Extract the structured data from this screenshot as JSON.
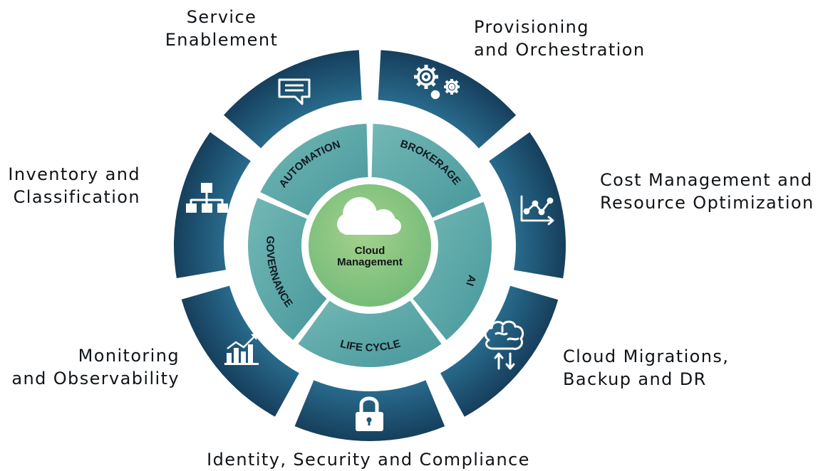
{
  "colors": {
    "outer_ring_light": "#2a6e90",
    "outer_ring_dark": "#163f5c",
    "inner_ring_a": "#73b8b6",
    "inner_ring_b": "#47979b",
    "center_light": "#a3d18b",
    "center_dark": "#6fb878",
    "text": "#101418"
  },
  "center": {
    "line1": "Cloud",
    "line2": "Management",
    "icon": "cloud-icon"
  },
  "inner_ring": [
    {
      "id": "automation",
      "label": "AUTOMATION"
    },
    {
      "id": "brokerage",
      "label": "BROKERAGE"
    },
    {
      "id": "ai",
      "label": "AI"
    },
    {
      "id": "life-cycle",
      "label": "LIFE CYCLE"
    },
    {
      "id": "governance",
      "label": "GOVERNANCE"
    }
  ],
  "outer_labels": {
    "service_enablement": {
      "line1": "Service",
      "line2": "Enablement",
      "icon": "chat-document-icon"
    },
    "provisioning": {
      "line1": "Provisioning",
      "line2": "and Orchestration",
      "icon": "gears-icon"
    },
    "cost_management": {
      "line1": "Cost Management and",
      "line2": "Resource Optimization",
      "icon": "line-chart-icon"
    },
    "cloud_migrations": {
      "line1": "Cloud Migrations,",
      "line2": "Backup and DR",
      "icon": "brain-sync-icon"
    },
    "identity": {
      "line1": "Identity, Security and Compliance",
      "icon": "padlock-icon"
    },
    "monitoring": {
      "line1": "Monitoring",
      "line2": "and Observability",
      "icon": "bar-trend-icon"
    },
    "inventory": {
      "line1": "Inventory and",
      "line2": "Classification",
      "icon": "hierarchy-icon"
    }
  }
}
